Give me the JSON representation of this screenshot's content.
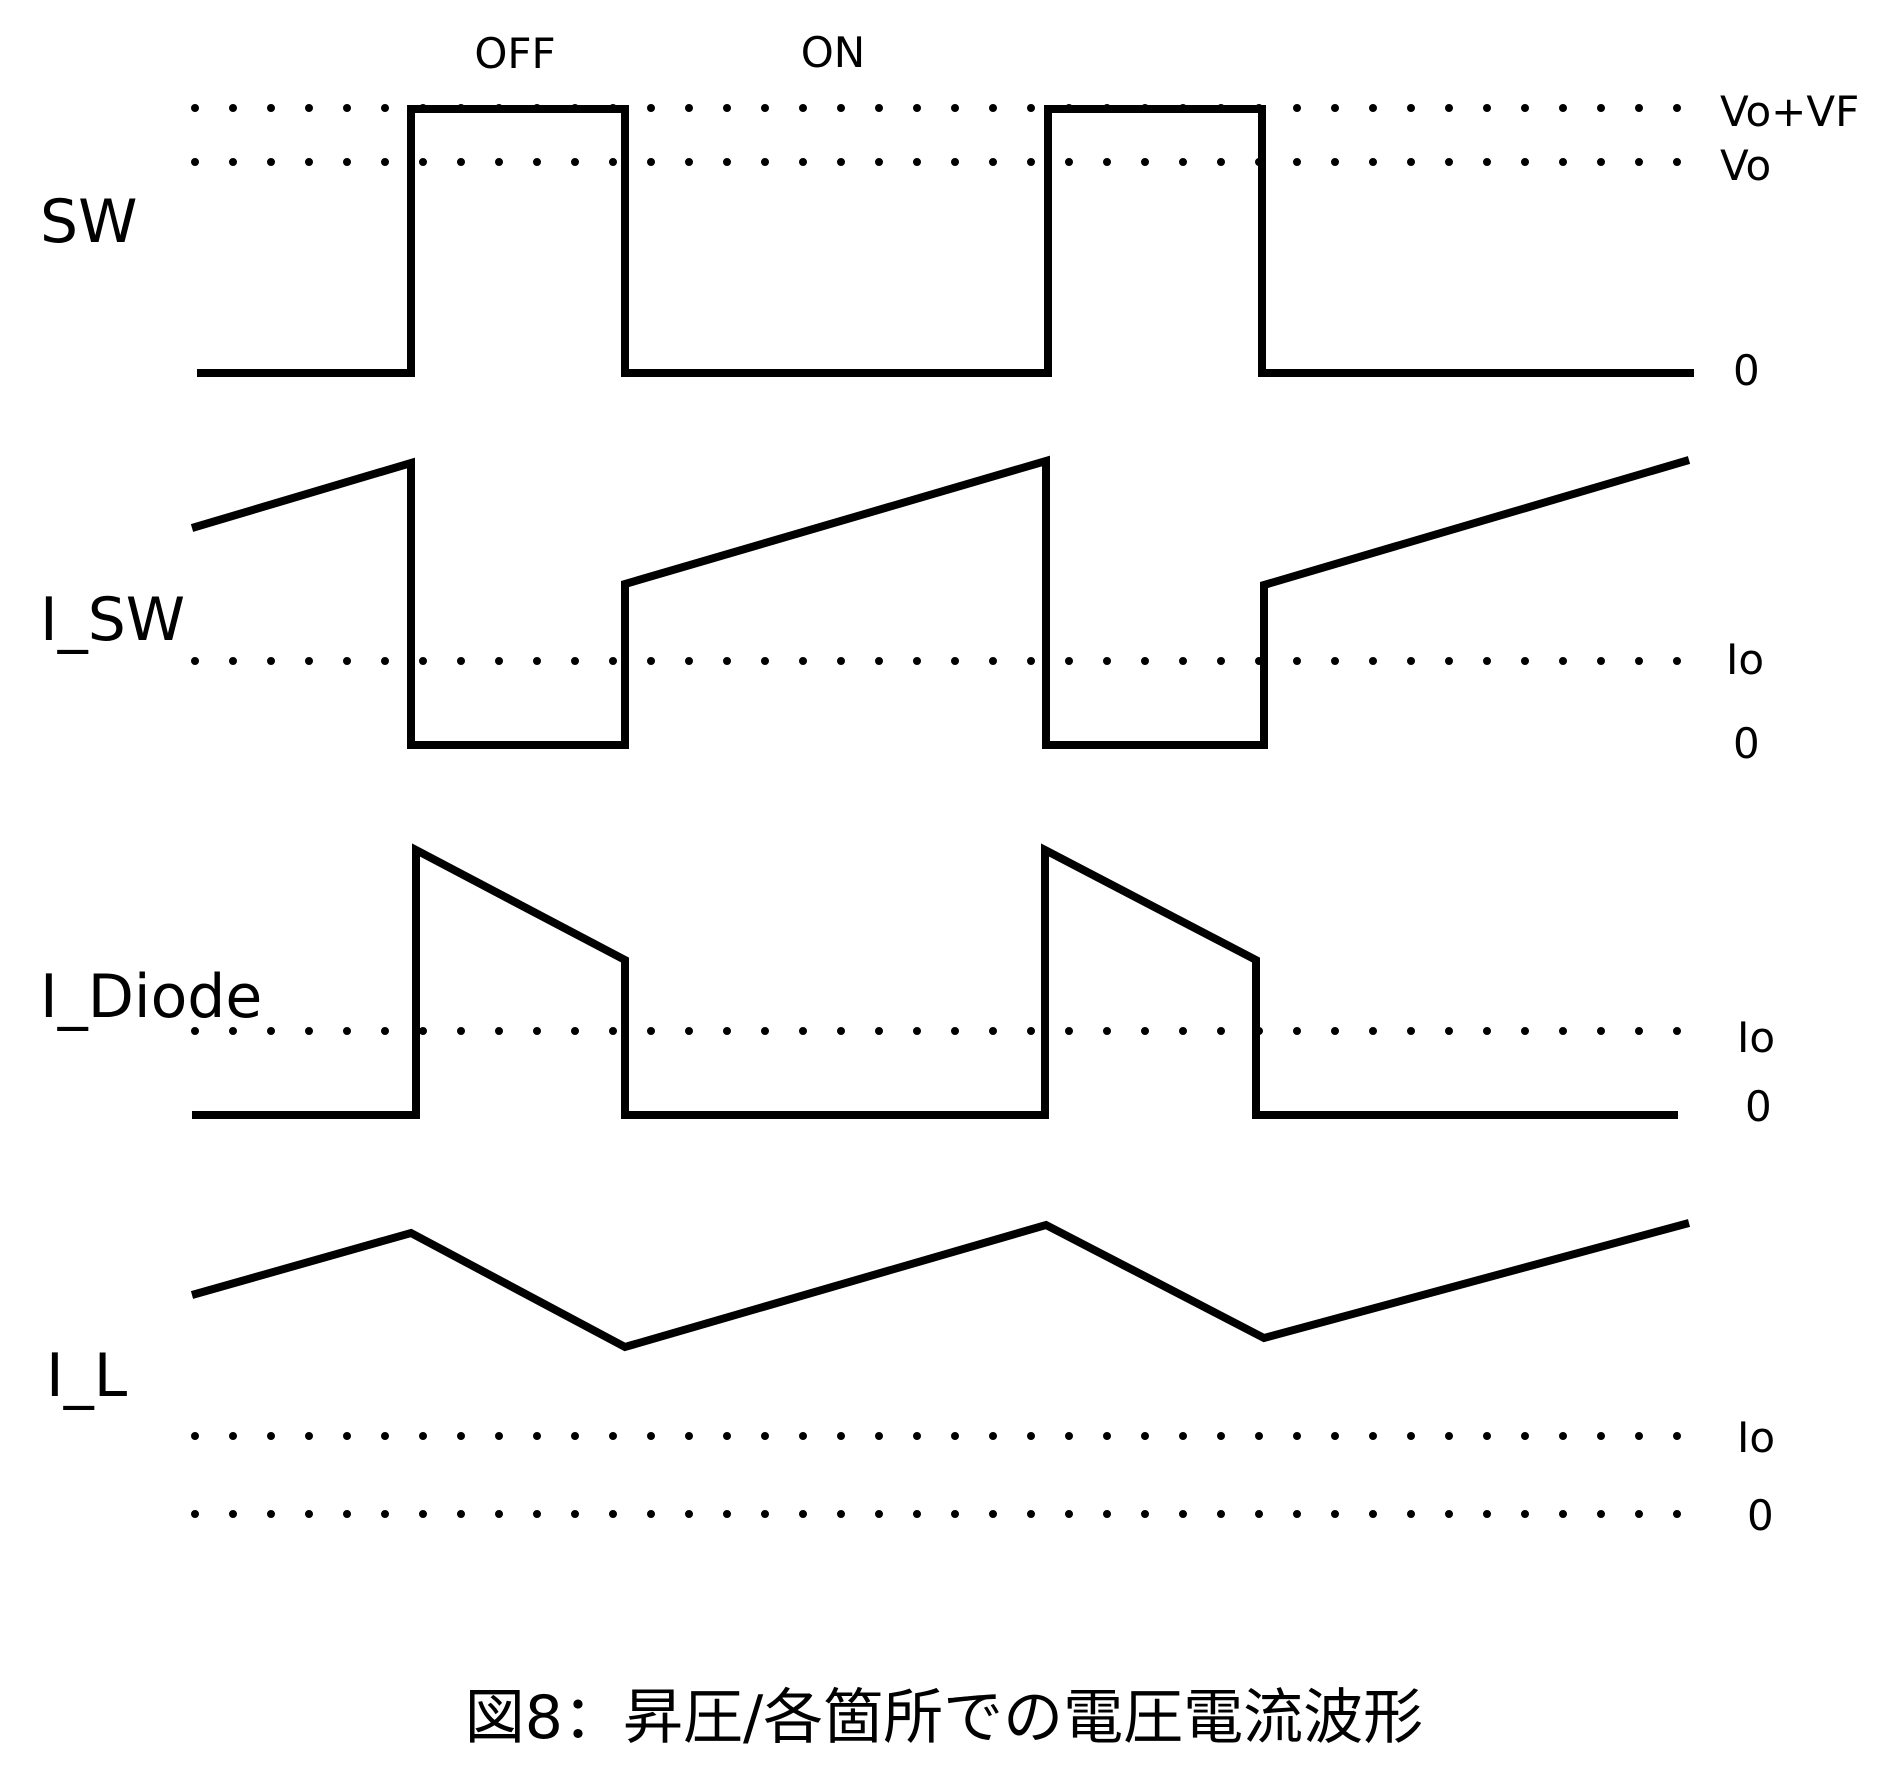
{
  "phases": {
    "off": "OFF",
    "on": "ON"
  },
  "signals": {
    "sw": {
      "label": "SW",
      "levels": {
        "vo_vf": "Vo+VF",
        "vo": "Vo",
        "zero": "0"
      }
    },
    "i_sw": {
      "label": "I_SW",
      "levels": {
        "io": "Io",
        "zero": "0"
      }
    },
    "i_diode": {
      "label": "I_Diode",
      "levels": {
        "io": "Io",
        "zero": "0"
      }
    },
    "i_l": {
      "label": "I_L",
      "levels": {
        "io": "Io",
        "zero": "0"
      }
    }
  },
  "caption": "図8：昇圧/各箇所での電圧電流波形"
}
